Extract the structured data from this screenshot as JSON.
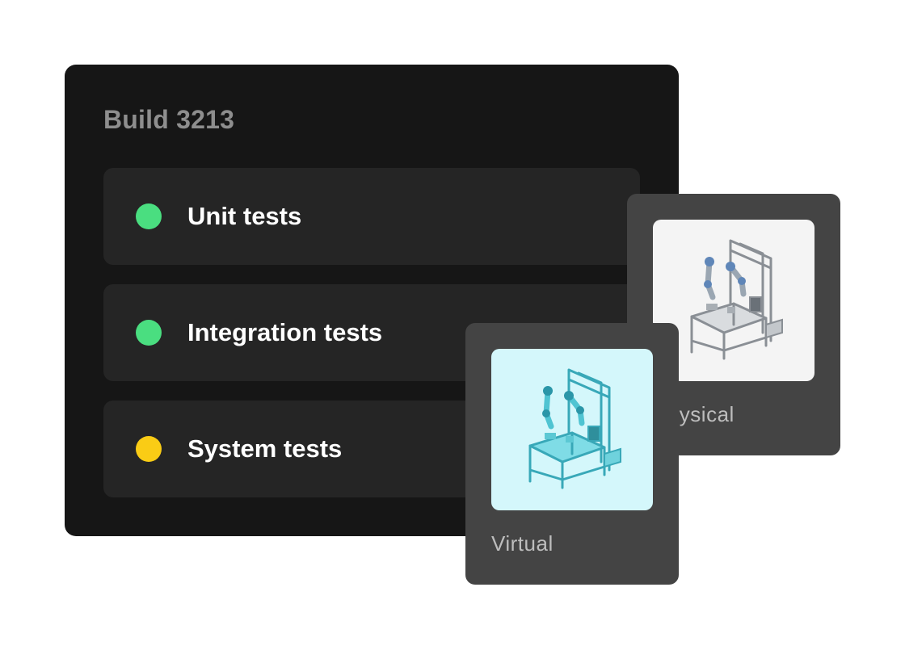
{
  "build": {
    "title": "Build 3213",
    "tests": [
      {
        "label": "Unit tests",
        "status": "passed",
        "status_color": "#4ade80"
      },
      {
        "label": "Integration tests",
        "status": "passed",
        "status_color": "#4ade80"
      },
      {
        "label": "System tests",
        "status": "running",
        "status_color": "#facc15"
      }
    ]
  },
  "environments": {
    "physical": {
      "label": "Physical",
      "image": "robot-workcell-illustration",
      "background": "#f4f4f4"
    },
    "virtual": {
      "label": "Virtual",
      "image": "robot-workcell-illustration",
      "background": "#d4f7fb"
    }
  },
  "colors": {
    "panel": "#161616",
    "row": "#252525",
    "card": "#444444"
  }
}
